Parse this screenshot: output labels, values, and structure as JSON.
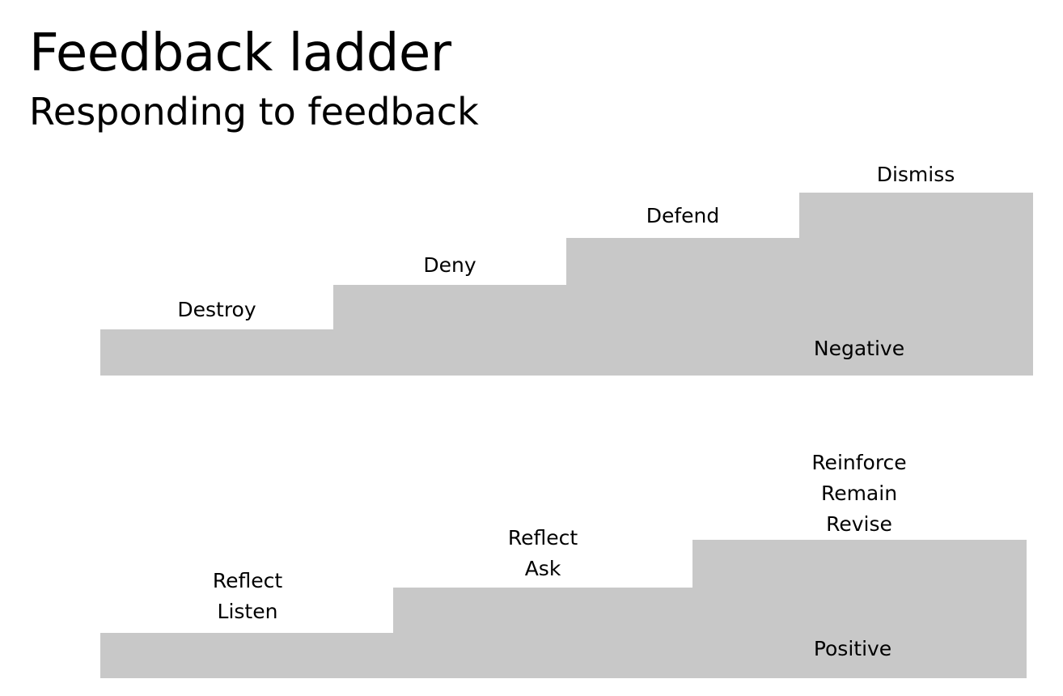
{
  "title": "Feedback ladder",
  "subtitle": "Responding to feedback",
  "fill_color": "#c8c8c8",
  "negative": {
    "label": "Negative",
    "steps": [
      {
        "lines": [
          "Destroy"
        ]
      },
      {
        "lines": [
          "Deny"
        ]
      },
      {
        "lines": [
          "Defend"
        ]
      },
      {
        "lines": [
          "Dismiss"
        ]
      }
    ]
  },
  "positive": {
    "label": "Positive",
    "steps": [
      {
        "lines": [
          "Reflect",
          "Listen"
        ]
      },
      {
        "lines": [
          "Reflect",
          "Ask"
        ]
      },
      {
        "lines": [
          "Reinforce",
          "Remain",
          "Revise"
        ]
      }
    ]
  }
}
